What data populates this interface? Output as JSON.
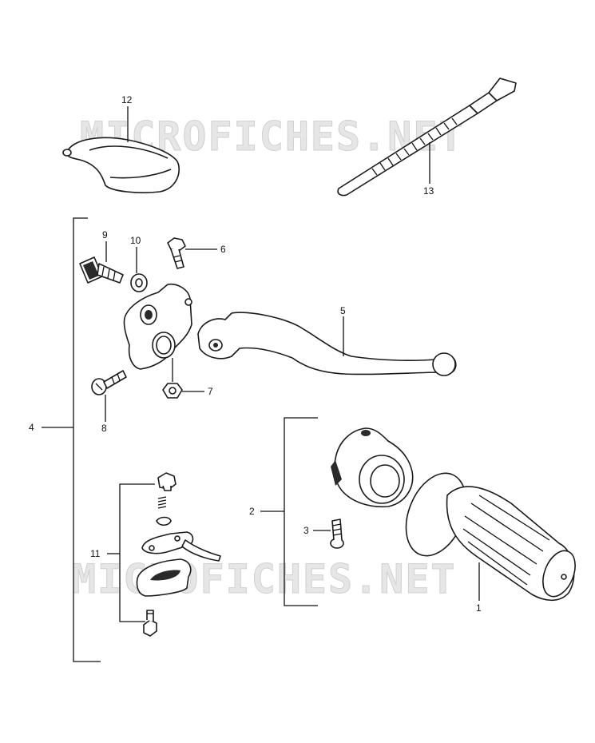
{
  "watermark": "MICROFICHES.NET",
  "callouts": {
    "c1": "1",
    "c2": "2",
    "c3": "3",
    "c4": "4",
    "c5": "5",
    "c6": "6",
    "c7": "7",
    "c8": "8",
    "c9": "9",
    "c10": "10",
    "c11": "11",
    "c12": "12",
    "c13": "13"
  }
}
